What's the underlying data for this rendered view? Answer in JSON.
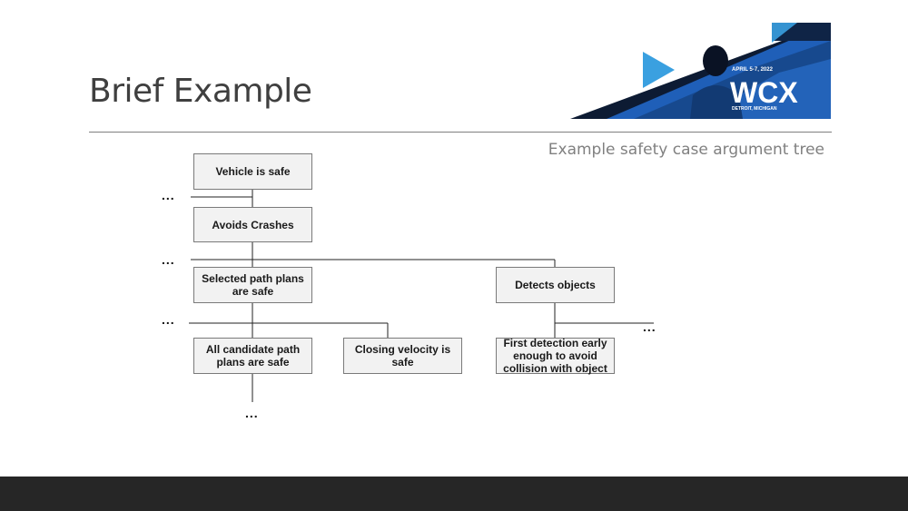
{
  "slide": {
    "title": "Brief Example",
    "subtitle": "Example safety case argument tree"
  },
  "banner": {
    "date": "APRIL 5-7, 2022",
    "event": "WCX",
    "location": "DETROIT, MICHIGAN"
  },
  "tree": {
    "nodes": {
      "vehicle_safe": "Vehicle is safe",
      "avoids_crashes": "Avoids Crashes",
      "selected_path": "Selected path plans are safe",
      "detects_objects": "Detects objects",
      "all_candidate": "All candidate path plans are safe",
      "closing_velocity": "Closing velocity is safe",
      "first_detection": "First detection early enough to avoid collision with object"
    },
    "ellipsis": "..."
  },
  "colors": {
    "title": "#3f3f3f",
    "rule": "#7f7f7f",
    "subtitle": "#808080",
    "node_fill": "#f2f2f2",
    "node_border": "#7a7a7a",
    "footer": "#262626",
    "banner_blue": "#1f5fb8",
    "banner_dark": "#0d1b33",
    "banner_light": "#3aa0e0"
  }
}
